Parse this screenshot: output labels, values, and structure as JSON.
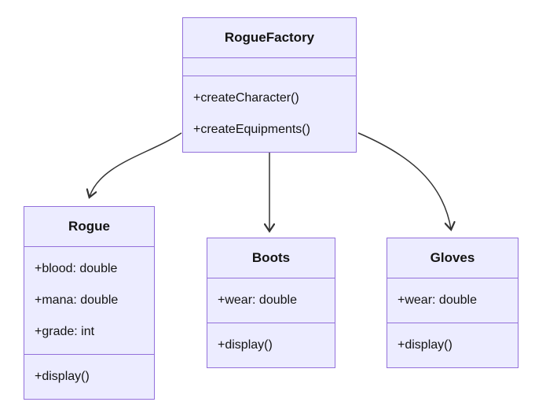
{
  "diagram_type": "uml-class-diagram",
  "palette": {
    "background": "#ffffff",
    "box_fill": "#ECECFF",
    "box_border": "#9370DB",
    "edge_color": "#333333",
    "text_color": "#131313"
  },
  "classes": [
    {
      "name": "RogueFactory",
      "attributes": [],
      "methods": [
        "+createCharacter()",
        "+createEquipments()"
      ]
    },
    {
      "name": "Rogue",
      "attributes": [
        "+blood: double",
        "+mana: double",
        "+grade: int"
      ],
      "methods": [
        "+display()"
      ]
    },
    {
      "name": "Boots",
      "attributes": [
        "+wear: double"
      ],
      "methods": [
        "+display()"
      ]
    },
    {
      "name": "Gloves",
      "attributes": [
        "+wear: double"
      ],
      "methods": [
        "+display()"
      ]
    }
  ],
  "edges": [
    {
      "from": "RogueFactory",
      "to": "Rogue",
      "style": "solid-open-arrow"
    },
    {
      "from": "RogueFactory",
      "to": "Boots",
      "style": "solid-open-arrow"
    },
    {
      "from": "RogueFactory",
      "to": "Gloves",
      "style": "solid-open-arrow"
    }
  ]
}
